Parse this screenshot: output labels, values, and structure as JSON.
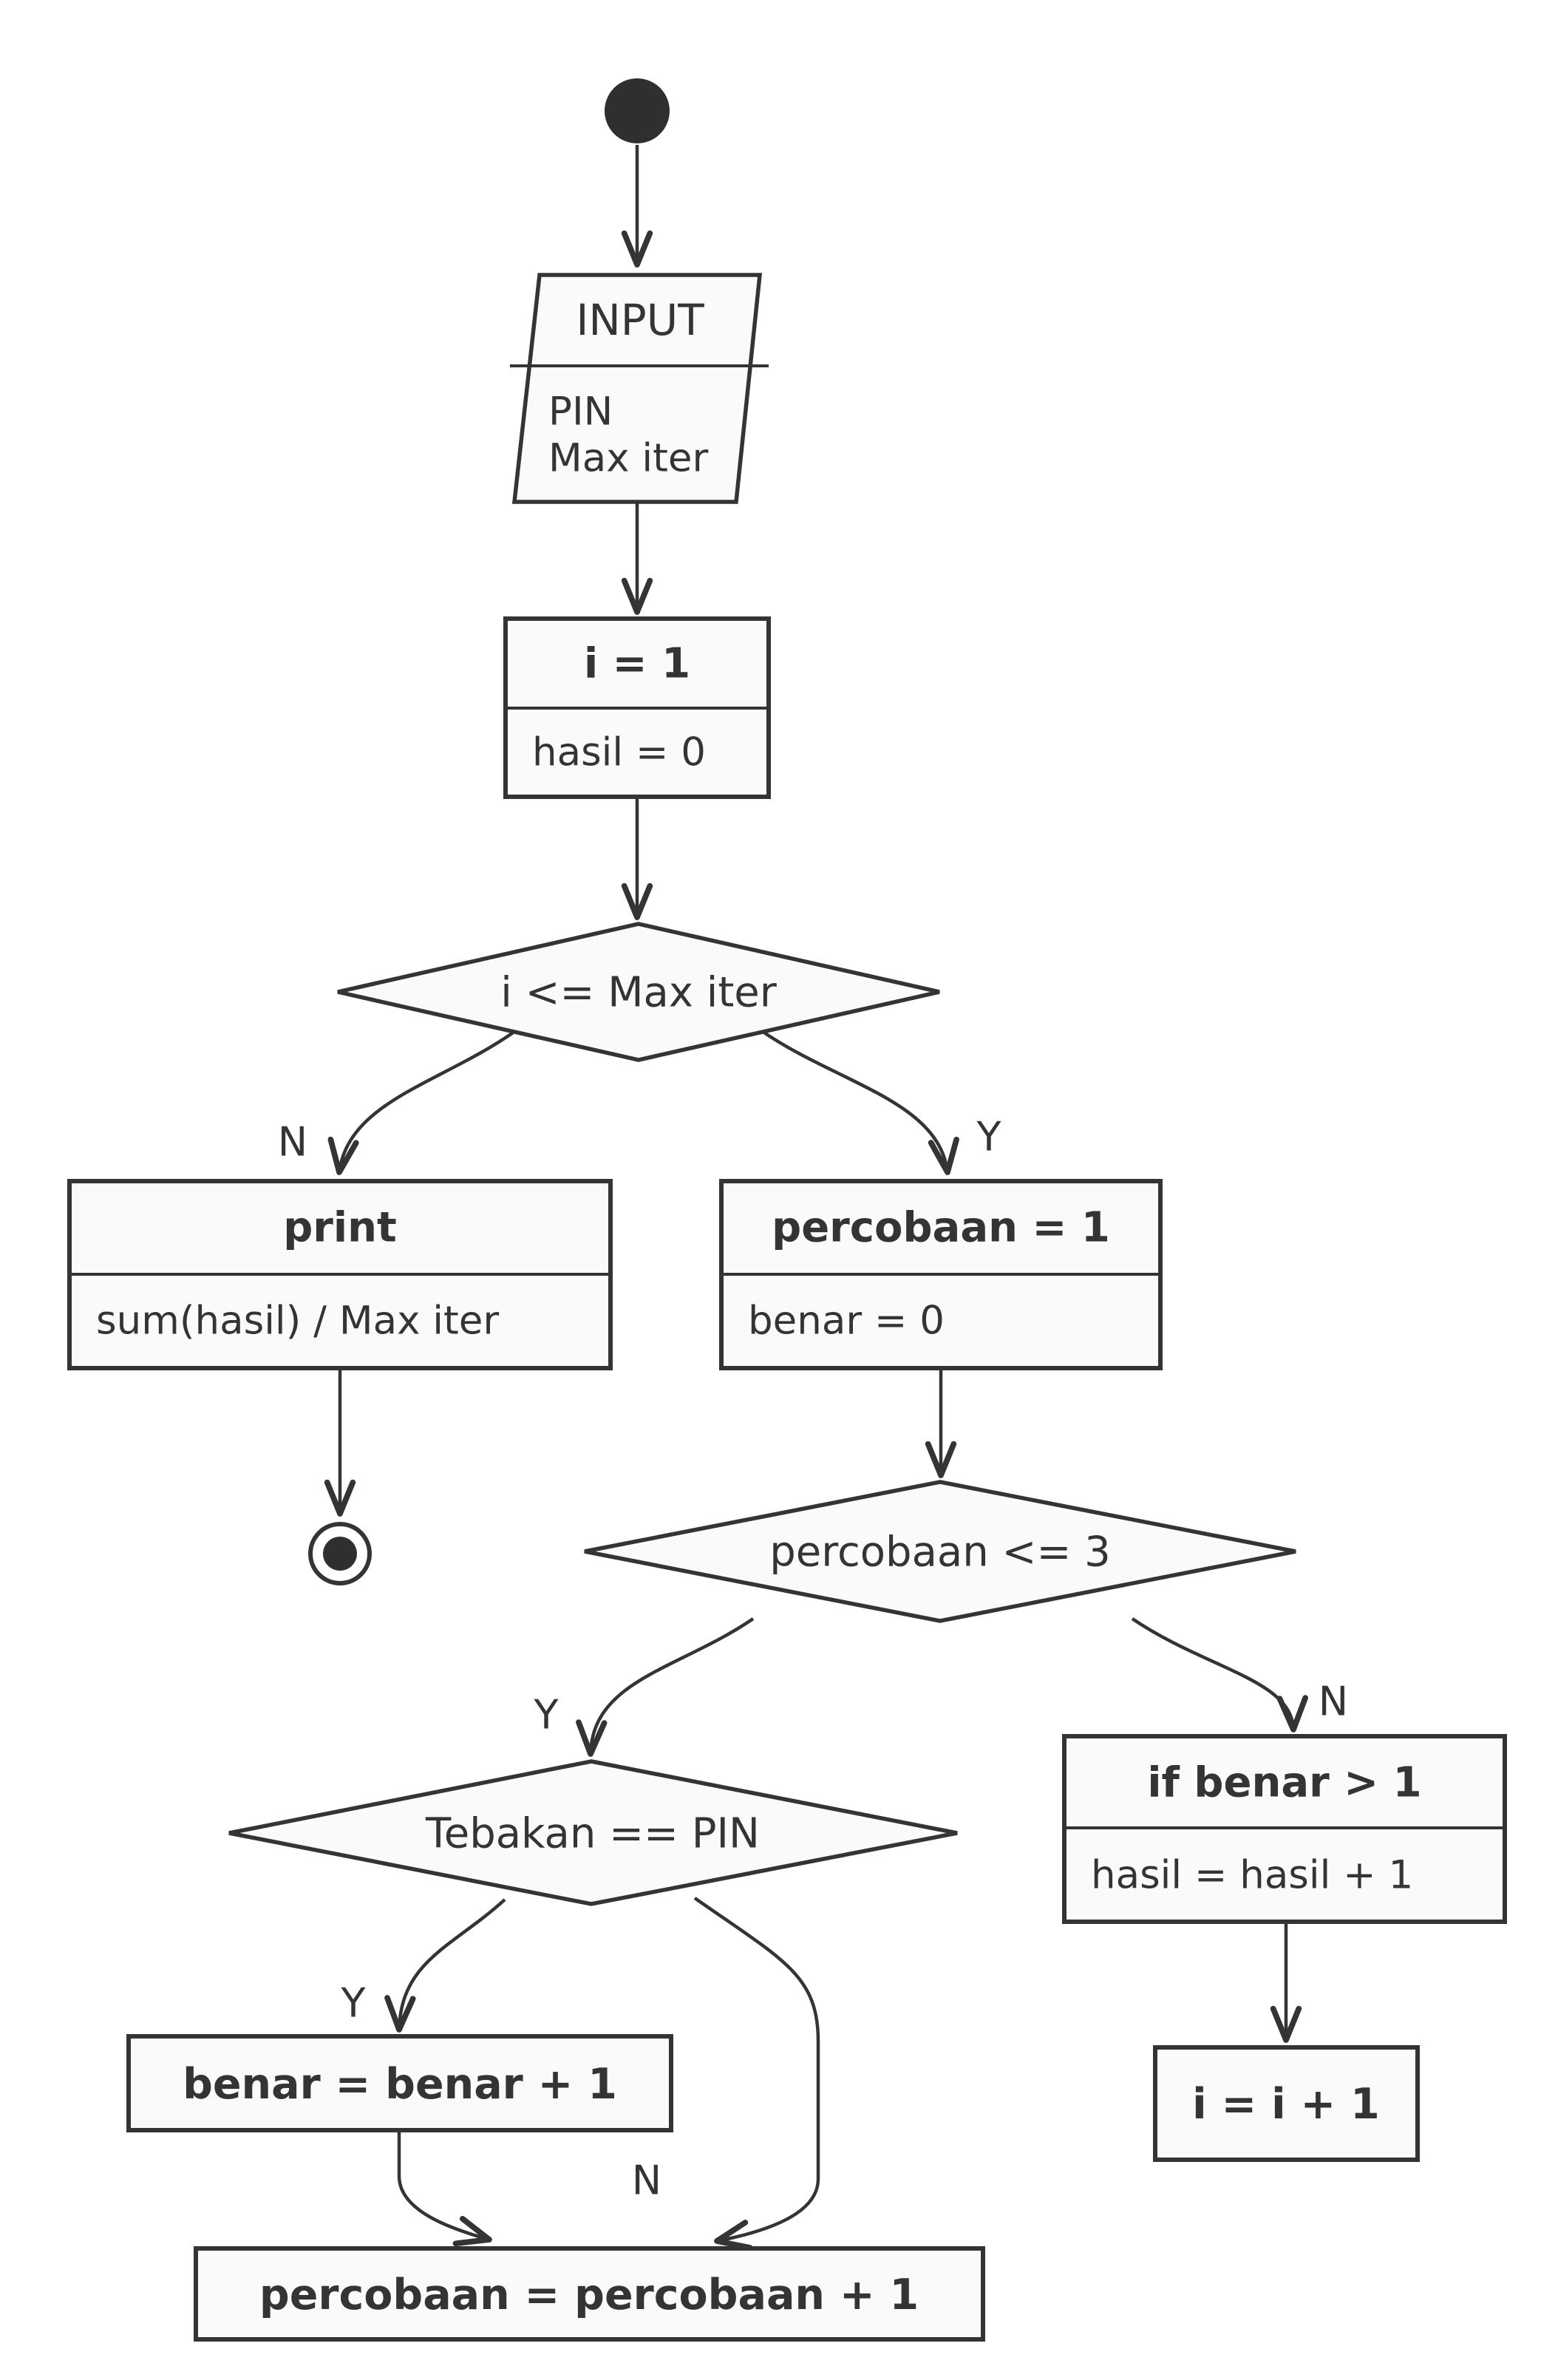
{
  "diagram": {
    "colors": {
      "stroke": "#343434",
      "node_fill": "#fafafa",
      "background": "#ffffff",
      "start_node_fill": "#2f2f2f"
    },
    "nodes": {
      "start": {
        "kind": "initial-node"
      },
      "input": {
        "title": "INPUT",
        "lines": [
          "PIN",
          "Max iter"
        ]
      },
      "init": {
        "title": "i = 1",
        "body": "hasil = 0"
      },
      "loop_check": {
        "condition": "i <= Max iter"
      },
      "print": {
        "title": "print",
        "body": "sum(hasil) / Max iter"
      },
      "final": {
        "kind": "final-node"
      },
      "attempt_init": {
        "title": "percobaan = 1",
        "body": "benar = 0"
      },
      "attempt_check": {
        "condition": "percobaan <= 3"
      },
      "guess_check": {
        "condition": "Tebakan == PIN"
      },
      "benar_inc": {
        "label": "benar = benar + 1"
      },
      "benar_check": {
        "title": "if benar > 1",
        "body": "hasil = hasil + 1"
      },
      "i_inc": {
        "label": "i = i + 1"
      },
      "attempt_inc": {
        "label": "percobaan = percobaan + 1"
      }
    },
    "edge_labels": {
      "loop_no": "N",
      "loop_yes": "Y",
      "attempt_yes": "Y",
      "attempt_no": "N",
      "guess_yes": "Y",
      "guess_no": "N"
    }
  }
}
